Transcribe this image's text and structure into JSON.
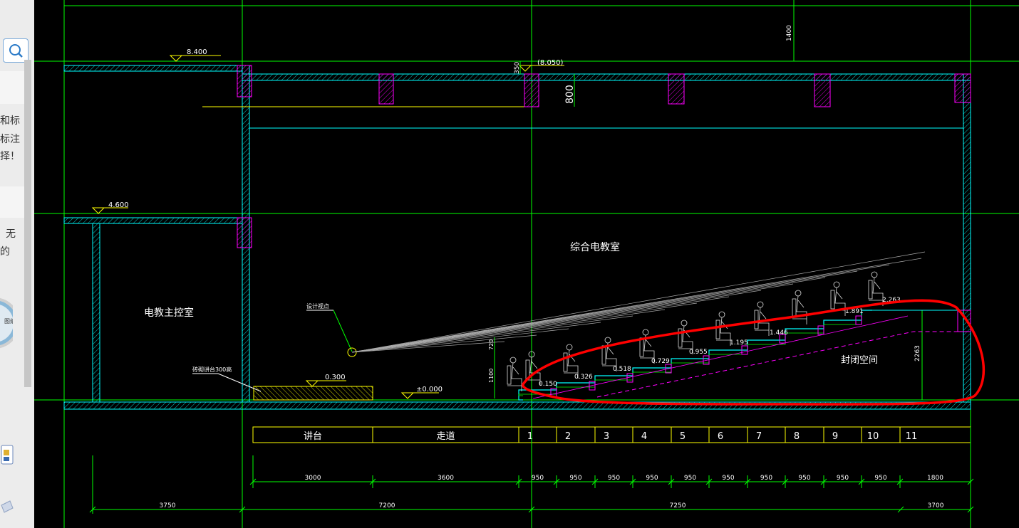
{
  "sidebar": {
    "text_lines": [
      "和标",
      "标注",
      "择！",
      "无",
      "的"
    ],
    "thumb_label": "图纸"
  },
  "drawing": {
    "elevations": [
      "8.400",
      "4.600",
      "(8.050)",
      "0.300",
      "±0.000"
    ],
    "dims_vertical": [
      "1400",
      "350",
      "800",
      "2263",
      "720",
      "1100"
    ],
    "room_labels": {
      "main_room": "综合电教室",
      "control_room": "电教主控室",
      "closed_space": "封闭空间"
    },
    "notes": {
      "design_viewpoint": "设计视点",
      "podium_note": "砖砌讲台300高"
    },
    "step_elevations": [
      "0.150",
      "0.326",
      "0.518",
      "0.729",
      "0.955",
      "1.195",
      "1.446",
      "1.891",
      "2.263"
    ],
    "row_labels": [
      "讲台",
      "走道",
      "1",
      "2",
      "3",
      "4",
      "5",
      "6",
      "7",
      "8",
      "9",
      "10",
      "11"
    ],
    "dims_row1": [
      "3000",
      "3600",
      "950",
      "950",
      "950",
      "950",
      "950",
      "950",
      "950",
      "950",
      "950",
      "950",
      "1800"
    ],
    "dims_row2": [
      "3750",
      "7200",
      "7250",
      "3700"
    ]
  },
  "colors": {
    "wall": "#00ffff",
    "column": "#ff00ff",
    "grid": "#00ff00",
    "dimension": "#ffff00",
    "text": "#ffffff",
    "markup": "#ff0000"
  }
}
